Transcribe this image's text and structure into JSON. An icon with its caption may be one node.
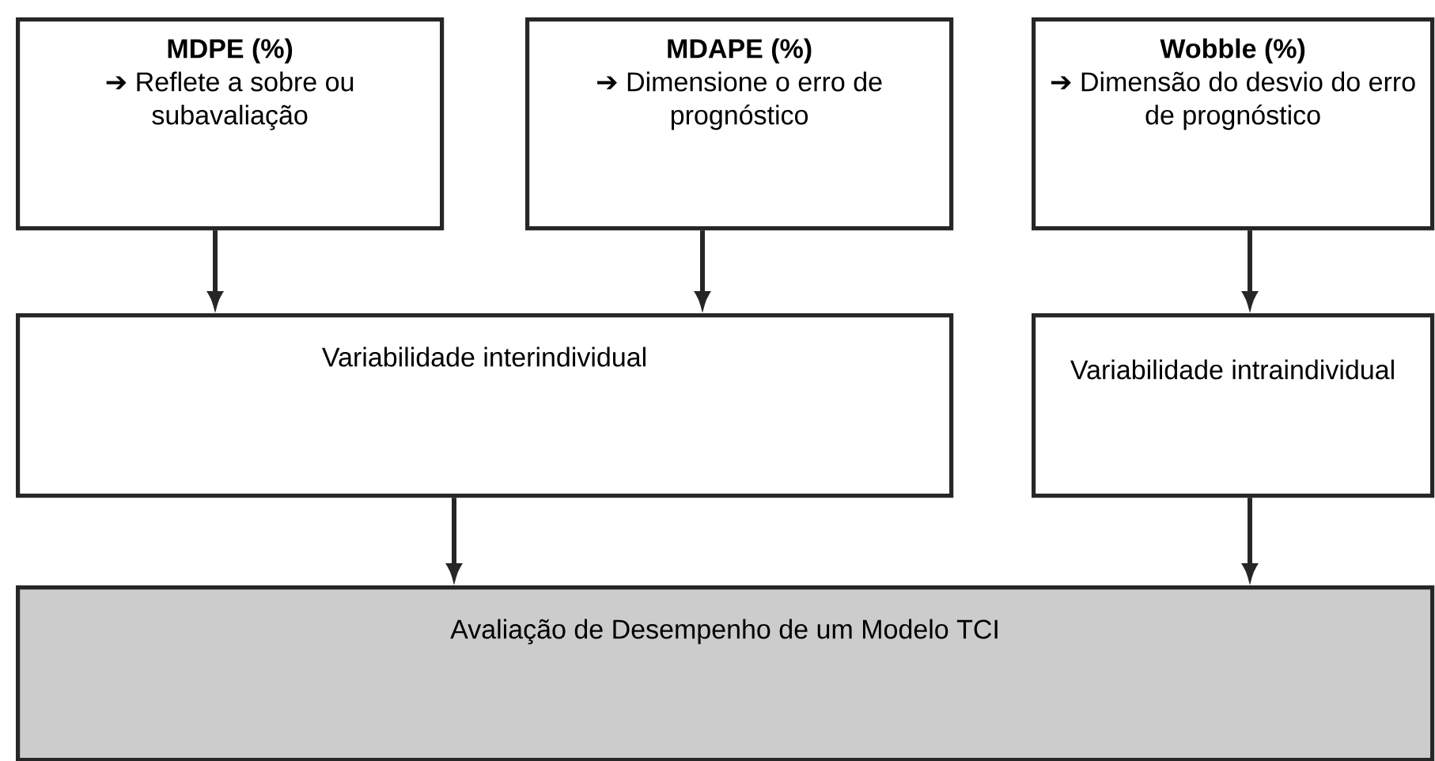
{
  "diagram": {
    "nodes": [
      {
        "text": [
          "MDPE (%)",
          "➔ Reflete a sobre ou subavaliação"
        ]
      },
      {
        "text": [
          "MDAPE (%)",
          "➔ Dimensione o erro de prognóstico"
        ]
      },
      {
        "text": [
          "Wobble (%)",
          "➔ Dimensão do desvio do erro de prognóstico"
        ]
      },
      {
        "text": [
          "Variabilidade interindividual"
        ]
      },
      {
        "text": [
          "Variabilidade intraindividual"
        ]
      },
      {
        "text": [
          "Avaliação de Desempenho de um Modelo TCI"
        ]
      }
    ],
    "edges": [
      {
        "from": 0,
        "to": 3,
        "arrow": "to"
      },
      {
        "from": 1,
        "to": 3,
        "arrow": "to"
      },
      {
        "from": 2,
        "to": 4,
        "arrow": "to"
      },
      {
        "from": 3,
        "to": 5,
        "arrow": "to"
      },
      {
        "from": 4,
        "to": 5,
        "arrow": "to"
      }
    ]
  }
}
